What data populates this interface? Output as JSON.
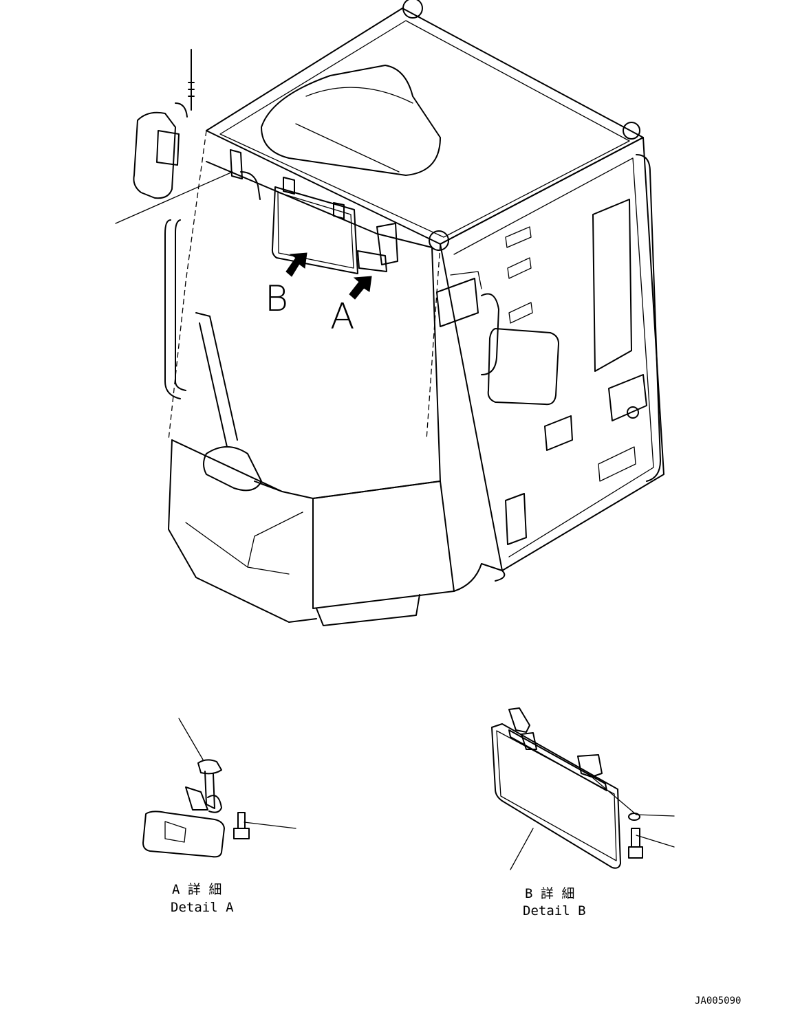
{
  "callouts": {
    "B": "B",
    "A": "A"
  },
  "detail_a": {
    "title_jp": "A 詳 細",
    "title_en": "Detail A"
  },
  "detail_b": {
    "title_jp": "B 詳 細",
    "title_en": "Detail B"
  },
  "drawing_id": "JA005090"
}
